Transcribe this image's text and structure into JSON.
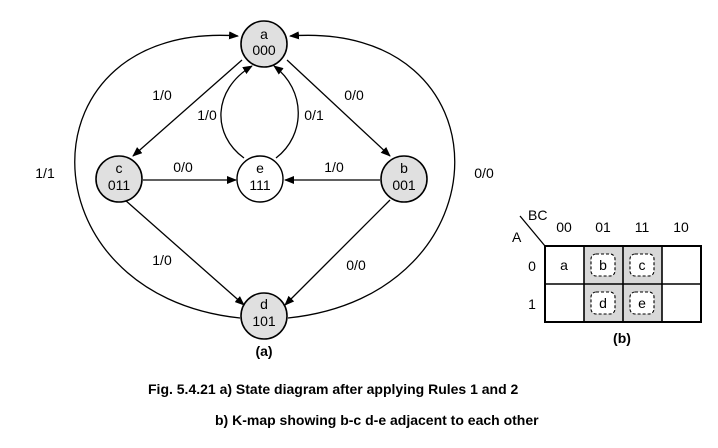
{
  "state_diagram": {
    "nodes": {
      "a": {
        "name": "a",
        "code": "000"
      },
      "b": {
        "name": "b",
        "code": "001"
      },
      "c": {
        "name": "c",
        "code": "011"
      },
      "d": {
        "name": "d",
        "code": "101"
      },
      "e": {
        "name": "e",
        "code": "111"
      }
    },
    "transitions": {
      "a_to_c": "1/0",
      "a_to_b": "0/0",
      "e_to_a_left": "1/0",
      "e_to_a_right": "0/1",
      "c_to_e": "0/0",
      "b_to_e": "1/0",
      "c_to_d": "1/0",
      "b_to_d": "0/0",
      "d_to_a_outer_left": "1/1",
      "d_to_a_outer_right": "0/0"
    },
    "subcaption": "(a)"
  },
  "kmap": {
    "row_var": "A",
    "col_var": "BC",
    "columns": [
      "00",
      "01",
      "11",
      "10"
    ],
    "rows": [
      "0",
      "1"
    ],
    "cells": [
      [
        "a",
        "b",
        "c",
        ""
      ],
      [
        "",
        "d",
        "e",
        ""
      ]
    ],
    "subcaption": "(b)"
  },
  "caption": {
    "line1": "Fig. 5.4.21 a) State diagram after applying Rules 1 and 2",
    "line2": "b) K-map showing b-c d-e adjacent to each other"
  }
}
